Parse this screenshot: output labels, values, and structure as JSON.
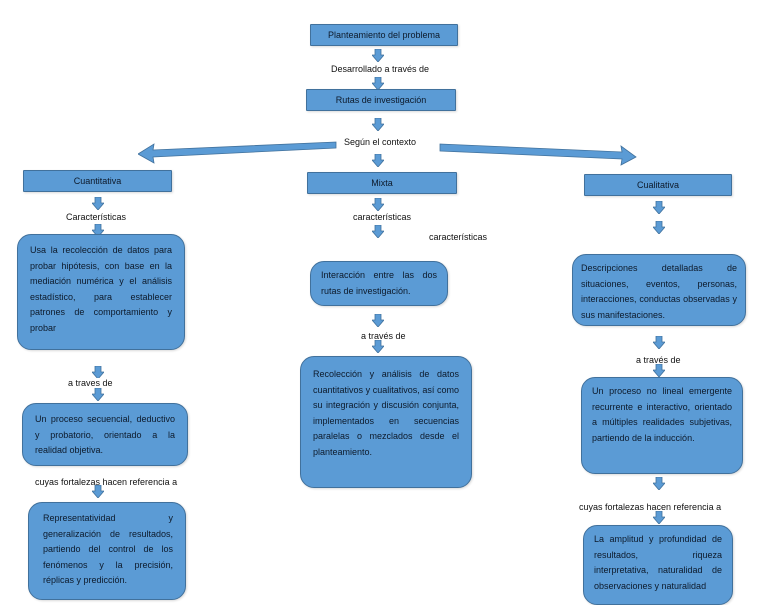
{
  "colors": {
    "box_fill": "#5b9bd5",
    "box_border": "#41719c",
    "arrow": "#5b9bd5"
  },
  "top": {
    "problem": "Planteamiento del problema",
    "link1": "Desarrollado a través de",
    "routes": "Rutas de investigación",
    "context": "Según el contexto"
  },
  "quantitative": {
    "title": "Cuantitativa",
    "characteristics_label": "Características",
    "characteristics": "Usa la recolección de datos para probar hipótesis, con base en la mediación numérica y el análisis estadístico, para establecer patrones de comportamiento y probar",
    "via_label": "a traves de",
    "process": "Un proceso secuencial, deductivo y probatorio, orientado a la realidad objetiva.",
    "strengths_label": "cuyas fortalezas hacen referencia a",
    "strengths": "Representatividad y generalización de resultados, partiendo del control de los fenómenos y la precisión, réplicas y predicción."
  },
  "mixed": {
    "title": "Mixta",
    "characteristics_label": "características",
    "characteristics_label_2": "características",
    "characteristics": "Interacción entre las dos rutas de investigación.",
    "via_label": "a través de",
    "process": "Recolección y análisis de datos cuantitativos y cualitativos, así como su integración y discusión conjunta, implementados en secuencias paralelas o mezclados desde el planteamiento."
  },
  "qualitative": {
    "title": "Cualitativa",
    "characteristics": "Descripciones detalladas de situaciones, eventos, personas, interacciones, conductas observadas y sus manifestaciones.",
    "via_label": "a través de",
    "process": "Un proceso no lineal emergente recurrente e interactivo, orientado a múltiples realidades subjetivas, partiendo de la inducción.",
    "strengths_label": "cuyas fortalezas hacen referencia a",
    "strengths": "La amplitud y profundidad de resultados, riqueza interpretativa, naturalidad de observaciones y naturalidad"
  }
}
